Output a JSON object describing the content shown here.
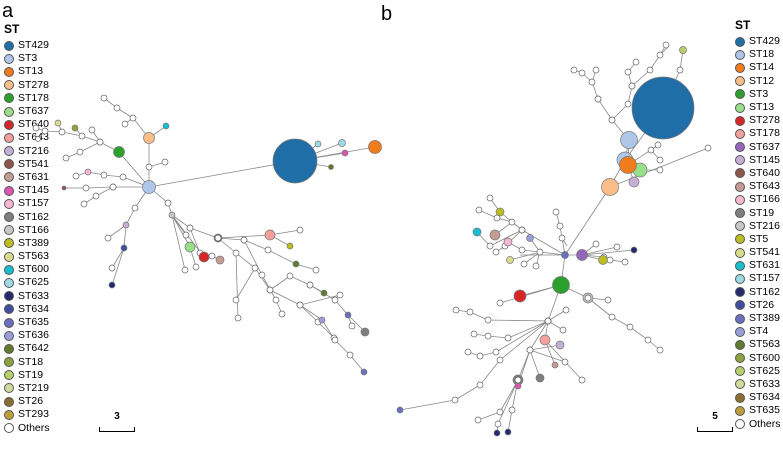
{
  "panels": [
    {
      "letter": "a",
      "legend_title": "ST",
      "legend": [
        {
          "label": "ST429",
          "color": "#1f6ea8"
        },
        {
          "label": "ST3",
          "color": "#aec7e8"
        },
        {
          "label": "ST13",
          "color": "#f07c1b"
        },
        {
          "label": "ST278",
          "color": "#f9be8a"
        },
        {
          "label": "ST178",
          "color": "#2ca02c"
        },
        {
          "label": "ST637",
          "color": "#98df8a"
        },
        {
          "label": "ST640",
          "color": "#d62728"
        },
        {
          "label": "ST643",
          "color": "#f3a09c"
        },
        {
          "label": "ST216",
          "color": "#c5b0d5"
        },
        {
          "label": "ST541",
          "color": "#8c564b"
        },
        {
          "label": "ST631",
          "color": "#c49c94"
        },
        {
          "label": "ST145",
          "color": "#d957b3"
        },
        {
          "label": "ST157",
          "color": "#f7b6d2"
        },
        {
          "label": "ST162",
          "color": "#7f7f7f"
        },
        {
          "label": "ST166",
          "color": "#c7c7c7"
        },
        {
          "label": "ST389",
          "color": "#bcbd22"
        },
        {
          "label": "ST563",
          "color": "#dbdb8d"
        },
        {
          "label": "ST600",
          "color": "#17becf"
        },
        {
          "label": "ST625",
          "color": "#9edae5"
        },
        {
          "label": "ST633",
          "color": "#252a6e"
        },
        {
          "label": "ST634",
          "color": "#3f4ea0"
        },
        {
          "label": "ST635",
          "color": "#6a6fc0"
        },
        {
          "label": "ST636",
          "color": "#9a9ed8"
        },
        {
          "label": "ST642",
          "color": "#617a2e"
        },
        {
          "label": "ST18",
          "color": "#8ca23f"
        },
        {
          "label": "ST19",
          "color": "#b5cf6b"
        },
        {
          "label": "ST219",
          "color": "#cedb9c"
        },
        {
          "label": "ST26",
          "color": "#8c6d31"
        },
        {
          "label": "ST293",
          "color": "#bd9e39"
        },
        {
          "label": "Others",
          "color": "#ffffff"
        }
      ],
      "scale_label": "3"
    },
    {
      "letter": "b",
      "legend_title": "ST",
      "legend": [
        {
          "label": "ST429",
          "color": "#1f6ea8"
        },
        {
          "label": "ST18",
          "color": "#aec7e8"
        },
        {
          "label": "ST14",
          "color": "#f07c1b"
        },
        {
          "label": "ST12",
          "color": "#f9be8a"
        },
        {
          "label": "ST3",
          "color": "#2ca02c"
        },
        {
          "label": "ST13",
          "color": "#98df8a"
        },
        {
          "label": "ST278",
          "color": "#d62728"
        },
        {
          "label": "ST178",
          "color": "#f3a09c"
        },
        {
          "label": "ST637",
          "color": "#9467bd"
        },
        {
          "label": "ST145",
          "color": "#c5b0d5"
        },
        {
          "label": "ST640",
          "color": "#8c564b"
        },
        {
          "label": "ST643",
          "color": "#c49c94"
        },
        {
          "label": "ST166",
          "color": "#f7b6d2"
        },
        {
          "label": "ST19",
          "color": "#7f7f7f"
        },
        {
          "label": "ST216",
          "color": "#c7c7c7"
        },
        {
          "label": "ST5",
          "color": "#bcbd22"
        },
        {
          "label": "ST541",
          "color": "#dbdb8d"
        },
        {
          "label": "ST631",
          "color": "#17becf"
        },
        {
          "label": "ST157",
          "color": "#9edae5"
        },
        {
          "label": "ST162",
          "color": "#252a6e"
        },
        {
          "label": "ST26",
          "color": "#3f4ea0"
        },
        {
          "label": "ST389",
          "color": "#6a6fc0"
        },
        {
          "label": "ST4",
          "color": "#9a9ed8"
        },
        {
          "label": "ST563",
          "color": "#617a2e"
        },
        {
          "label": "ST600",
          "color": "#8ca23f"
        },
        {
          "label": "ST625",
          "color": "#b5cf6b"
        },
        {
          "label": "ST633",
          "color": "#cedb9c"
        },
        {
          "label": "ST634",
          "color": "#8c6d31"
        },
        {
          "label": "ST635",
          "color": "#bd9e39"
        },
        {
          "label": "Others",
          "color": "#ffffff"
        }
      ],
      "scale_label": "5"
    }
  ]
}
